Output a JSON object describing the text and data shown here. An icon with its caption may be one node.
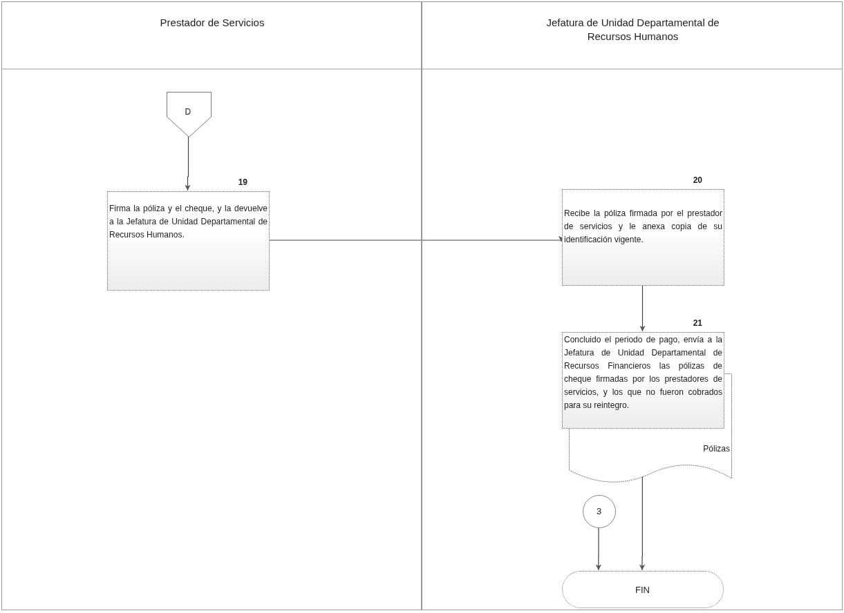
{
  "diagram": {
    "nodes": [
      {
        "text": [
          "Prestador de Servicios"
        ]
      },
      {
        "text": [
          "Jefatura de Unidad Departamental de Recursos Humanos"
        ]
      },
      {
        "text": [
          "D"
        ],
        "in": 0
      },
      {
        "text": [
          "Firma la póliza y el cheque, y la devuelve a la Jefatura de Unidad Departamental de Recursos Humanos."
        ],
        "beside": [
          "19"
        ],
        "in": 0
      },
      {
        "text": [
          "Recibe la póliza firmada por el prestador de servicios y le anexa copia de su identificación vigente."
        ],
        "beside": [
          "20"
        ],
        "in": 1
      },
      {
        "text": [
          "Concluido el periodo de pago, envía a la Jefatura de Unidad Departamental de Recursos Financieros las pólizas de cheque firmadas por los prestadores de servicios, y los que no fueron cobrados para su reintegro."
        ],
        "beside": [
          "21"
        ],
        "in": 1
      },
      {
        "text": [
          "Pólizas"
        ],
        "in": 1
      },
      {
        "text": [
          "3"
        ],
        "in": 1
      },
      {
        "text": [
          "FIN"
        ],
        "in": 1
      }
    ],
    "edges": [
      {
        "from": 2,
        "to": 3,
        "arrow": "to"
      },
      {
        "from": 3,
        "to": 4,
        "arrow": "to"
      },
      {
        "from": 4,
        "to": 5,
        "arrow": "to"
      },
      {
        "from": 7,
        "to": 8,
        "arrow": "to"
      },
      {
        "from": 6,
        "to": 8,
        "arrow": "to"
      }
    ]
  }
}
